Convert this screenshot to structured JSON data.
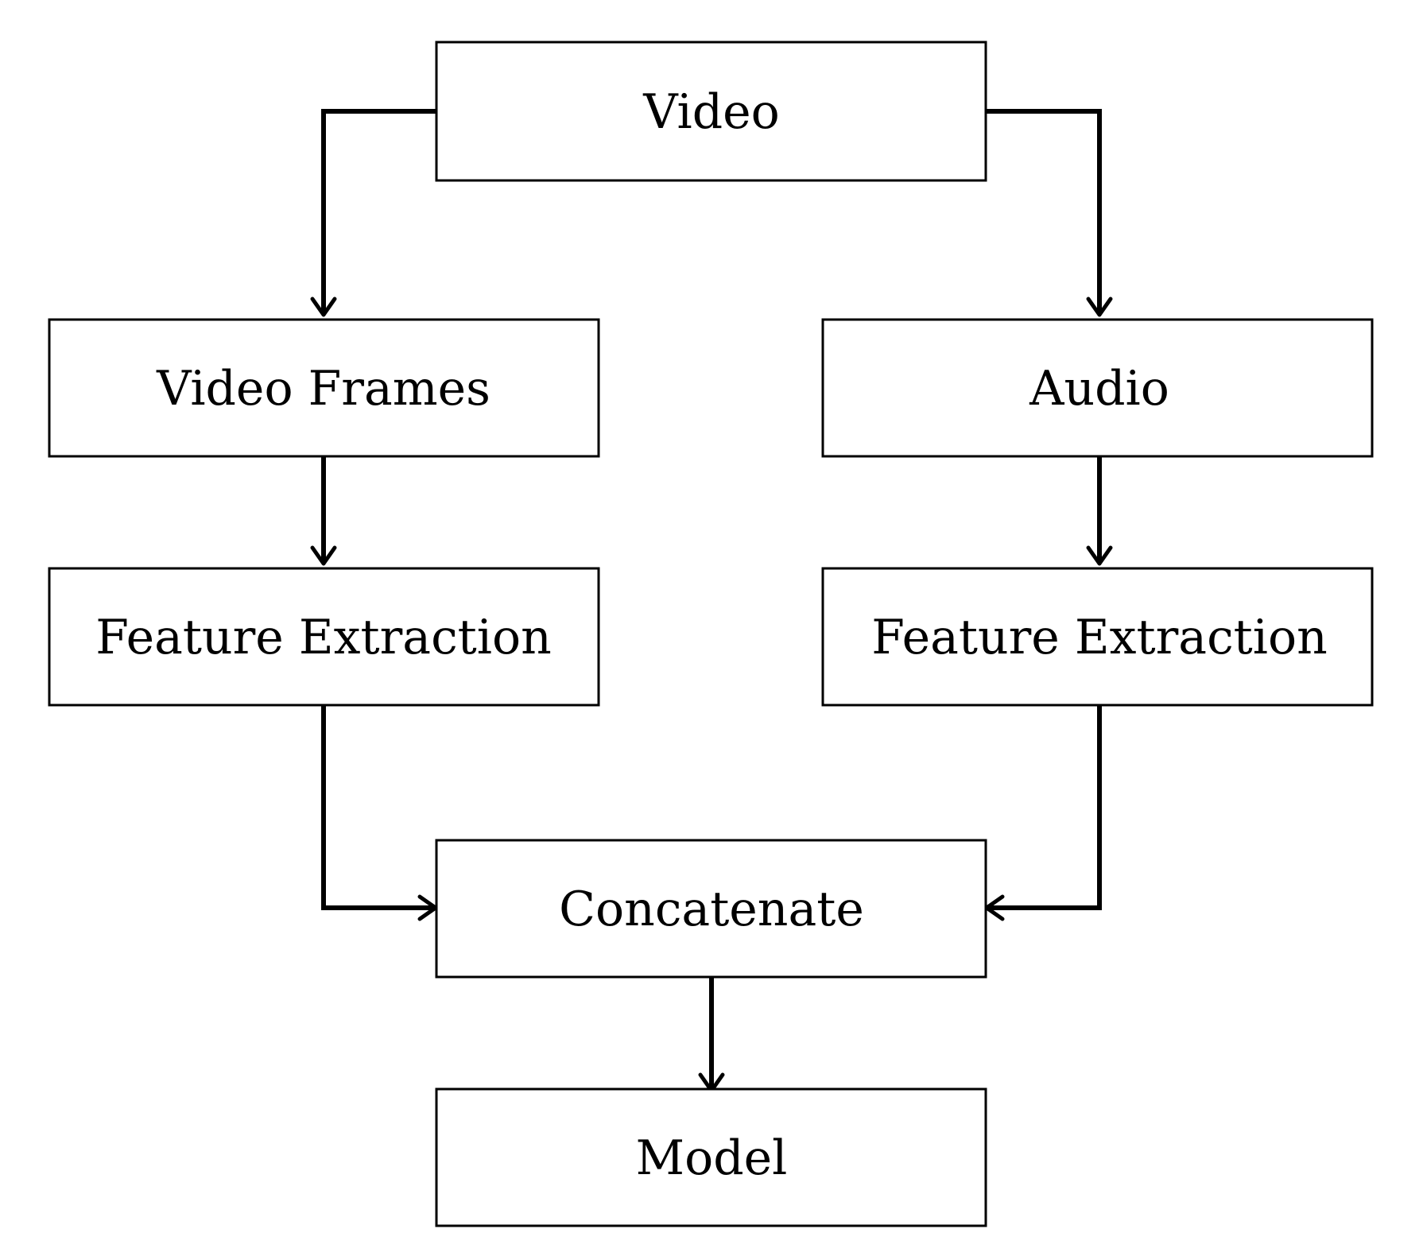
{
  "diagram": {
    "nodes": {
      "video": {
        "label": "Video"
      },
      "video_frames": {
        "label": "Video Frames"
      },
      "audio": {
        "label": "Audio"
      },
      "feature_extraction_video": {
        "label": "Feature Extraction"
      },
      "feature_extraction_audio": {
        "label": "Feature Extraction"
      },
      "concatenate": {
        "label": "Concatenate"
      },
      "model": {
        "label": "Model"
      }
    },
    "edges": [
      {
        "from": "video",
        "to": "video_frames"
      },
      {
        "from": "video",
        "to": "audio"
      },
      {
        "from": "video_frames",
        "to": "feature_extraction_video"
      },
      {
        "from": "audio",
        "to": "feature_extraction_audio"
      },
      {
        "from": "feature_extraction_video",
        "to": "concatenate"
      },
      {
        "from": "feature_extraction_audio",
        "to": "concatenate"
      },
      {
        "from": "concatenate",
        "to": "model"
      }
    ]
  }
}
